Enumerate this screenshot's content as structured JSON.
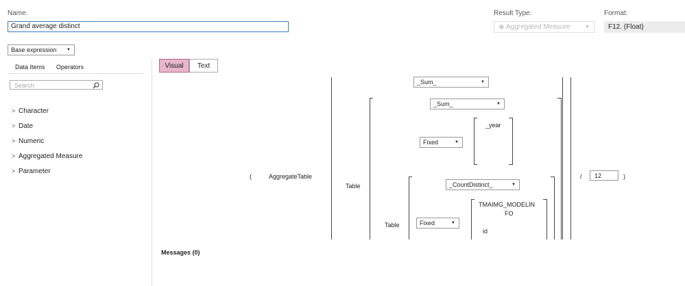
{
  "form": {
    "name_label": "Name:",
    "name_value": "Grand average distinct",
    "result_type_label": "Result Type:",
    "result_type_value": "Aggregated Measure",
    "format_label": "Format:",
    "format_value": "F12. (Float)"
  },
  "left_panel": {
    "base_expression": "Base expression",
    "tabs": [
      "Data Items",
      "Operators"
    ],
    "search_placeholder": "Search",
    "tree": [
      "Character",
      "Date",
      "Numeric",
      "Aggregated Measure",
      "Parameter"
    ]
  },
  "editor": {
    "mode_tabs": [
      "Visual",
      "Text"
    ],
    "active_mode": "Visual",
    "open_paren": "(",
    "close_paren": ")",
    "function_name": "AggregateTable",
    "table_label_1": "Table",
    "table_label_2": "Table",
    "sum_dropdown_1": "_Sum_",
    "sum_dropdown_2": "_Sum_",
    "fixed_dropdown_1": "Fixed",
    "fixed_dropdown_2": "Fixed",
    "year_field": "_year",
    "count_distinct_dropdown": "_CountDistinct_",
    "model_field_line1": "TMAIMG_MODELIN",
    "model_field_line2": "FO",
    "id_field": "id",
    "divide_operator": "/",
    "divisor_value": "12"
  },
  "messages": {
    "label": "Messages (0)"
  },
  "icons": {
    "search": "search-icon",
    "chevron": "chevron-right-icon",
    "dropdown": "caret-down-icon",
    "radio": "radio-icon"
  }
}
